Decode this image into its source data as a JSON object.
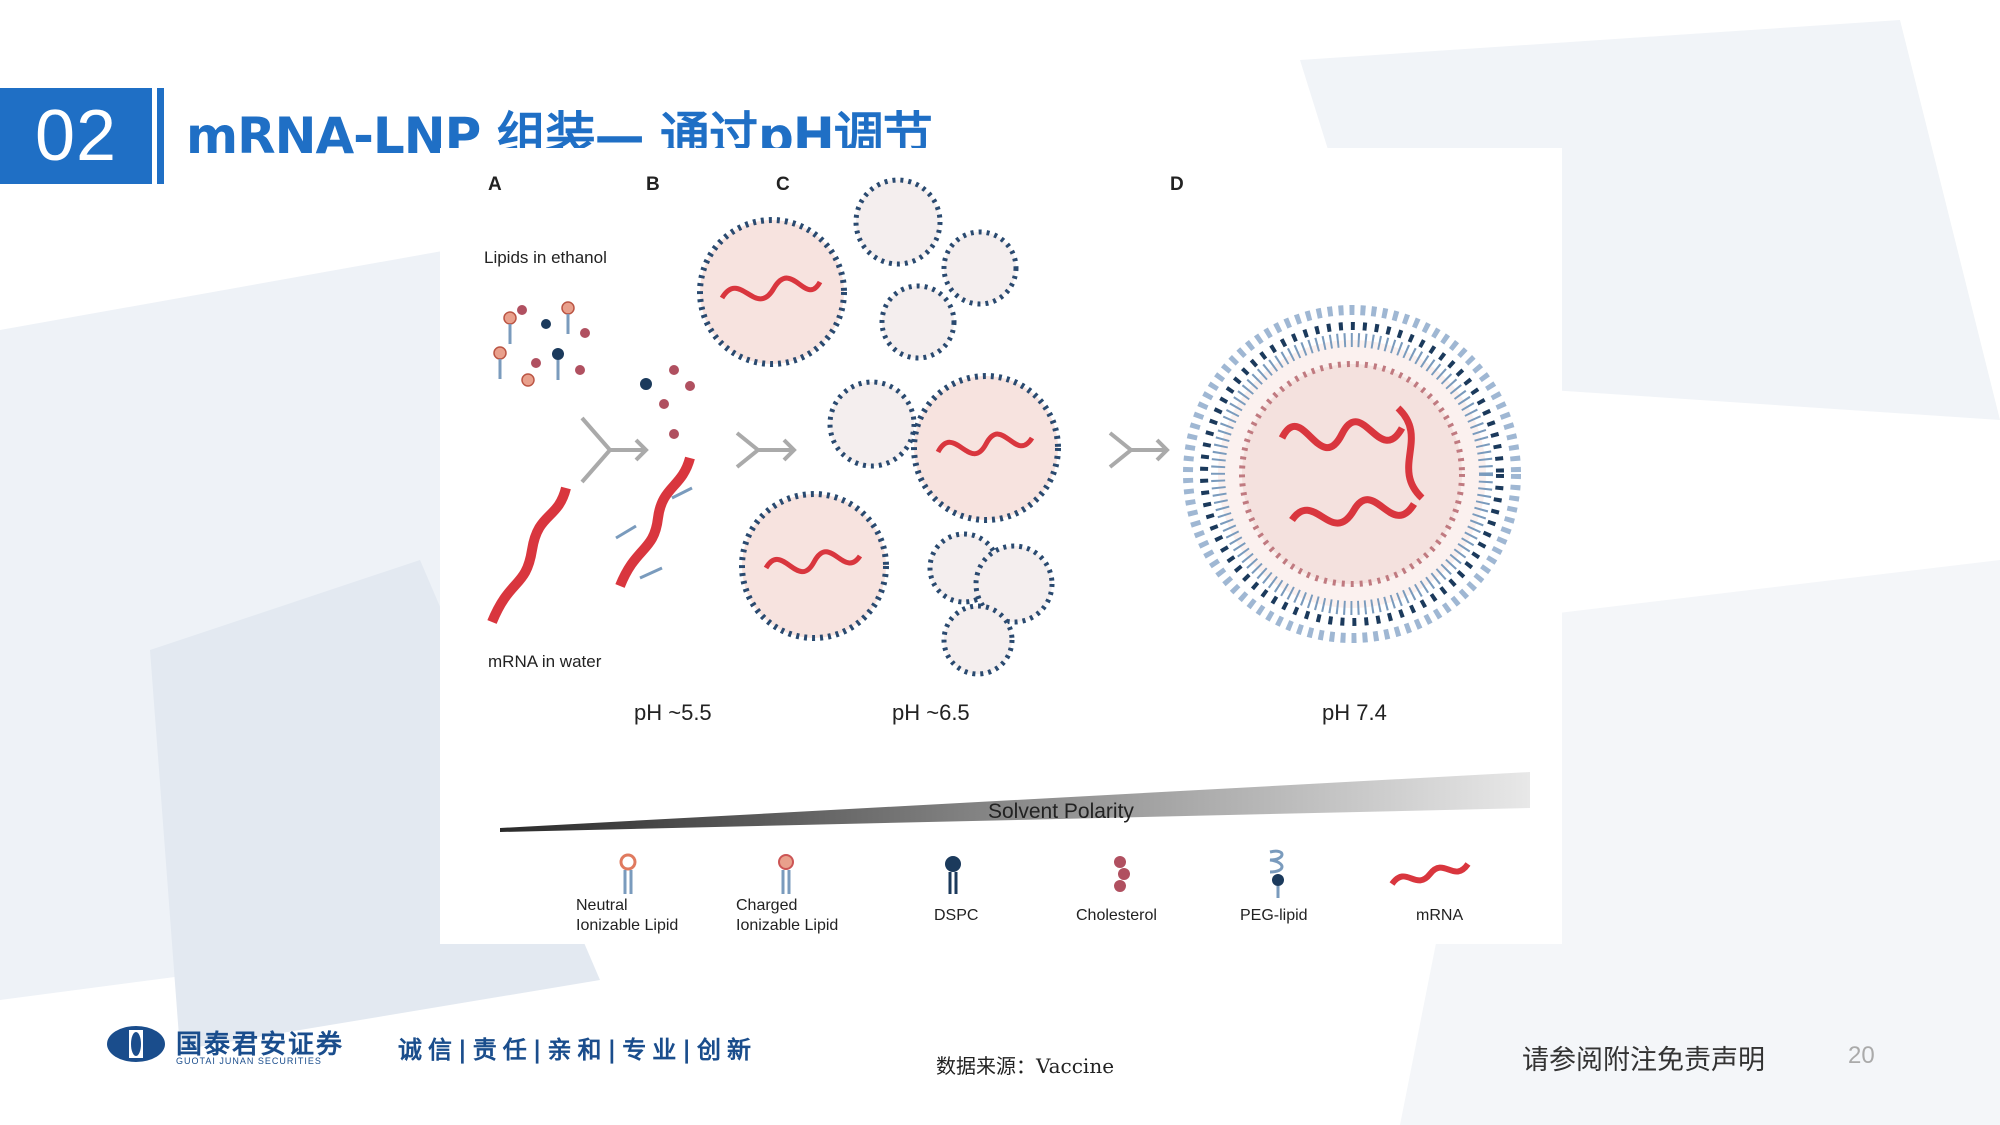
{
  "section": {
    "number": "02"
  },
  "title": "mRNA-LNP 组装— 通过pH调节",
  "figure": {
    "panels": [
      "A",
      "B",
      "C",
      "D"
    ],
    "lipids_label": "Lipids in ethanol",
    "mrna_label": "mRNA in water",
    "ph_labels": [
      "pH ~5.5",
      "pH ~6.5",
      "pH 7.4"
    ],
    "polarity_label": "Solvent Polarity",
    "legend": [
      {
        "line1": "Neutral",
        "line2": "Ionizable Lipid",
        "icon": "neutral-lipid-icon"
      },
      {
        "line1": "Charged",
        "line2": "Ionizable Lipid",
        "icon": "charged-lipid-icon"
      },
      {
        "line1": "DSPC",
        "line2": "",
        "icon": "dspc-icon"
      },
      {
        "line1": "Cholesterol",
        "line2": "",
        "icon": "cholesterol-icon"
      },
      {
        "line1": "PEG-lipid",
        "line2": "",
        "icon": "peg-lipid-icon"
      },
      {
        "line1": "mRNA",
        "line2": "",
        "icon": "mrna-icon"
      }
    ]
  },
  "footer": {
    "company_cn": "国泰君安证券",
    "company_en": "GUOTAI JUNAN SECURITIES",
    "slogan": "诚信|责任|亲和|专业|创新",
    "source": "数据来源：Vaccine",
    "disclaimer": "请参阅附注免责声明",
    "page": "20"
  },
  "colors": {
    "brand_blue": "#1f6fc5",
    "dark_blue": "#1a4d8c",
    "mrna_red": "#d9363e"
  }
}
